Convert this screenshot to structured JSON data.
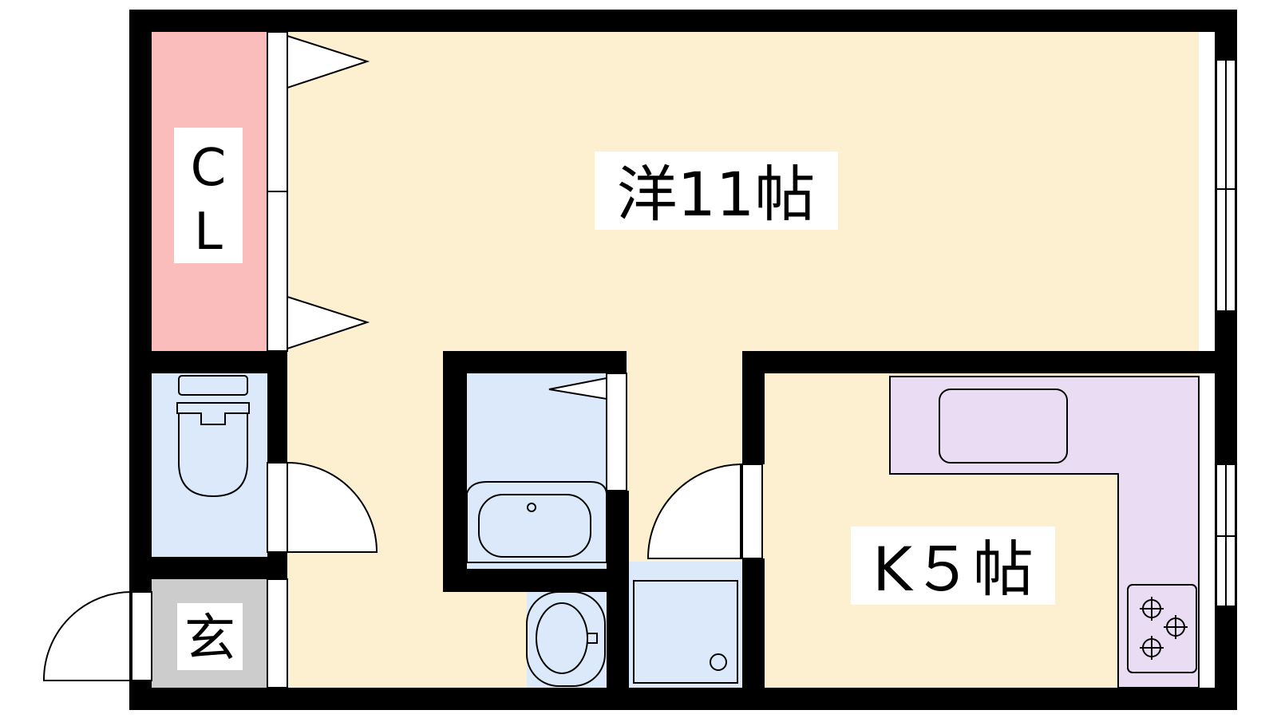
{
  "rooms": {
    "western": {
      "label": "洋11帖"
    },
    "kitchen": {
      "label": "K５帖"
    },
    "closet": {
      "label_top": "C",
      "label_bottom": "L"
    },
    "entrance": {
      "label": "玄"
    }
  },
  "colors": {
    "wall": "#000000",
    "floor": "#fdf0d0",
    "closet": "#fbbcbc",
    "wet": "#dbe9fb",
    "entrance": "#cccccc",
    "kitchen_counter": "#eadcf3"
  }
}
